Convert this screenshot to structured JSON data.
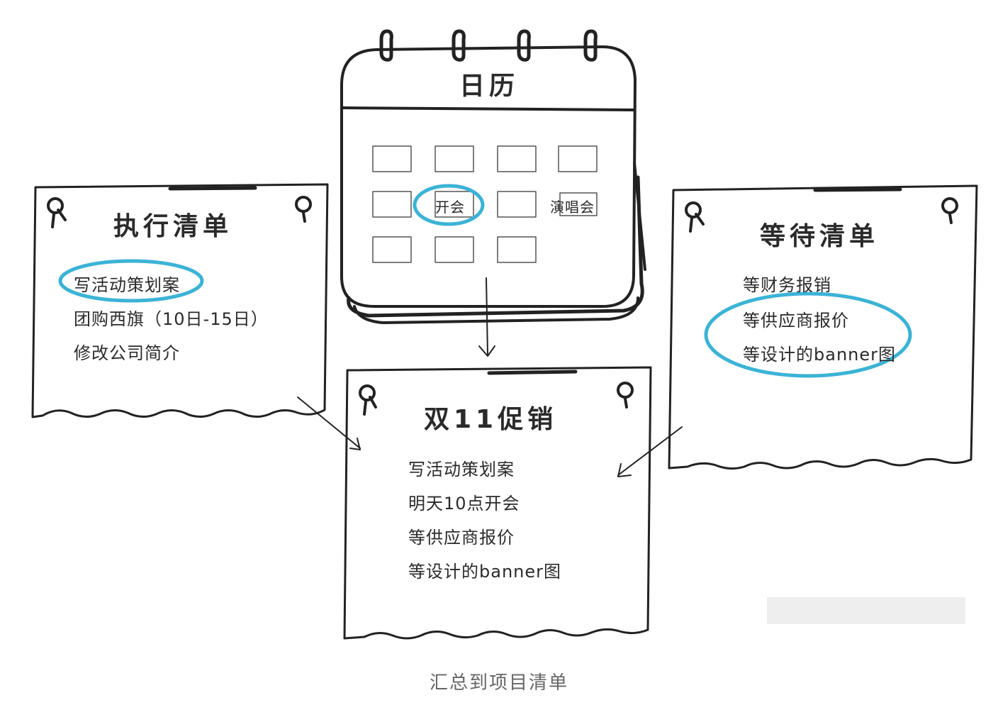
{
  "calendar": {
    "title": "日历",
    "events": {
      "meeting": "开会",
      "concert": "演唱会"
    }
  },
  "exec_list": {
    "title": "执行清单",
    "items": [
      "写活动策划案",
      "团购西旗（10日-15日）",
      "修改公司简介"
    ]
  },
  "wait_list": {
    "title": "等待清单",
    "items": [
      "等财务报销",
      "等供应商报价",
      "等设计的banner图"
    ]
  },
  "project_list": {
    "title": "双11促销",
    "items": [
      "写活动策划案",
      "明天10点开会",
      "等供应商报价",
      "等设计的banner图"
    ]
  },
  "caption": "汇总到项目清单",
  "colors": {
    "ink": "#222222",
    "highlight": "#3bb3d6"
  }
}
